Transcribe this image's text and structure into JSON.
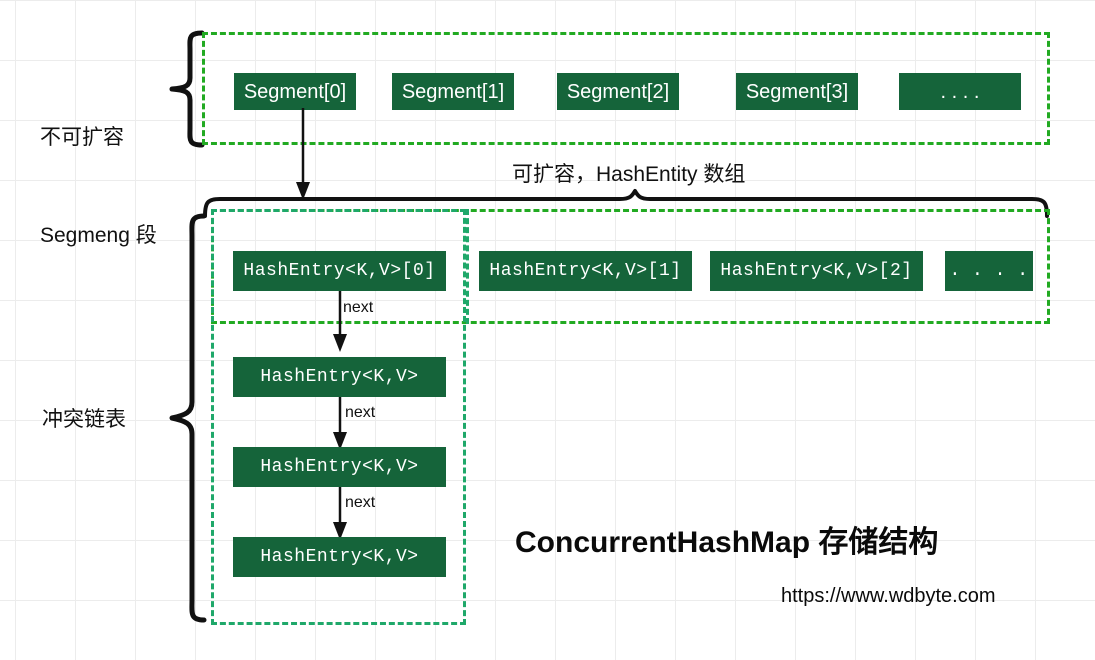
{
  "diagram": {
    "title": "ConcurrentHashMap 存储结构",
    "url": "https://www.wdbyte.com",
    "background": "#ffffff",
    "grid_color": "#ececec",
    "node_fill": "#15643a",
    "node_text_color": "#ffffff",
    "dashed_border_color": "#22aa22",
    "dashed_border_color_chain": "#1fa86a",
    "connector_color": "#000000"
  },
  "labels": {
    "segment_group_line1": "不可扩容",
    "segment_group_line2": "Segmeng 段",
    "hash_array_caption": "可扩容，HashEntity 数组",
    "chain_group": "冲突链表"
  },
  "segment_row": {
    "boxes": [
      {
        "text": "Segment[0]"
      },
      {
        "text": "Segment[1]"
      },
      {
        "text": "Segment[2]"
      },
      {
        "text": "Segment[3]"
      },
      {
        "text": ". . . ."
      }
    ]
  },
  "hash_entry_row": {
    "boxes": [
      {
        "text": "HashEntry<K,V>[0]"
      },
      {
        "text": "HashEntry<K,V>[1]"
      },
      {
        "text": "HashEntry<K,V>[2]"
      },
      {
        "text": ". . . ."
      }
    ]
  },
  "collision_chain": {
    "nodes": [
      {
        "text": "HashEntry<K,V>"
      },
      {
        "text": "HashEntry<K,V>"
      },
      {
        "text": "HashEntry<K,V>"
      }
    ],
    "edges": [
      {
        "label": "next"
      },
      {
        "label": "next"
      },
      {
        "label": "next"
      }
    ]
  }
}
